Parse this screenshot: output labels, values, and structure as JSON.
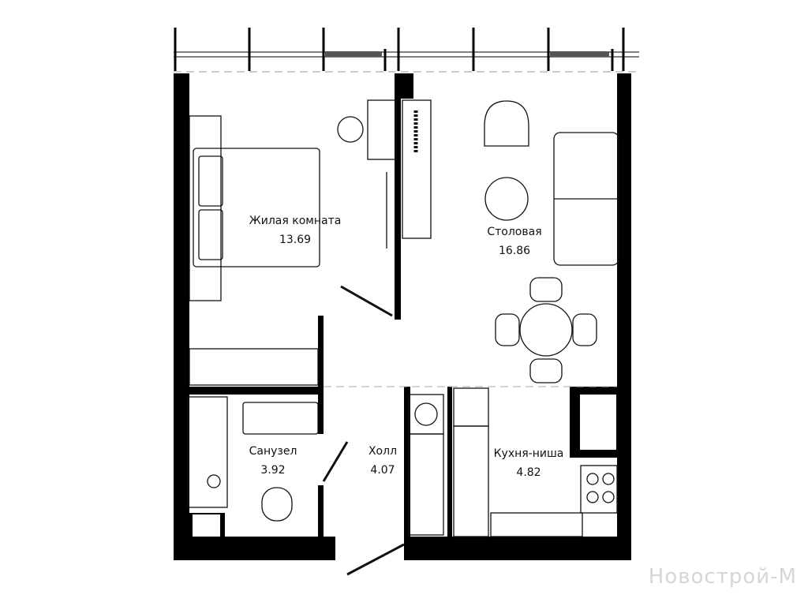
{
  "rooms": [
    {
      "name": "Жилая комната",
      "area": "13.69"
    },
    {
      "name": "Столовая",
      "area": "16.86"
    },
    {
      "name": "Санузел",
      "area": "3.92"
    },
    {
      "name": "Холл",
      "area": "4.07"
    },
    {
      "name": "Кухня-ниша",
      "area": "4.82"
    }
  ],
  "watermark": "Новострой-М",
  "colors": {
    "wall": "#000000",
    "line": "#222222",
    "watermark": "#d6d6d6"
  }
}
